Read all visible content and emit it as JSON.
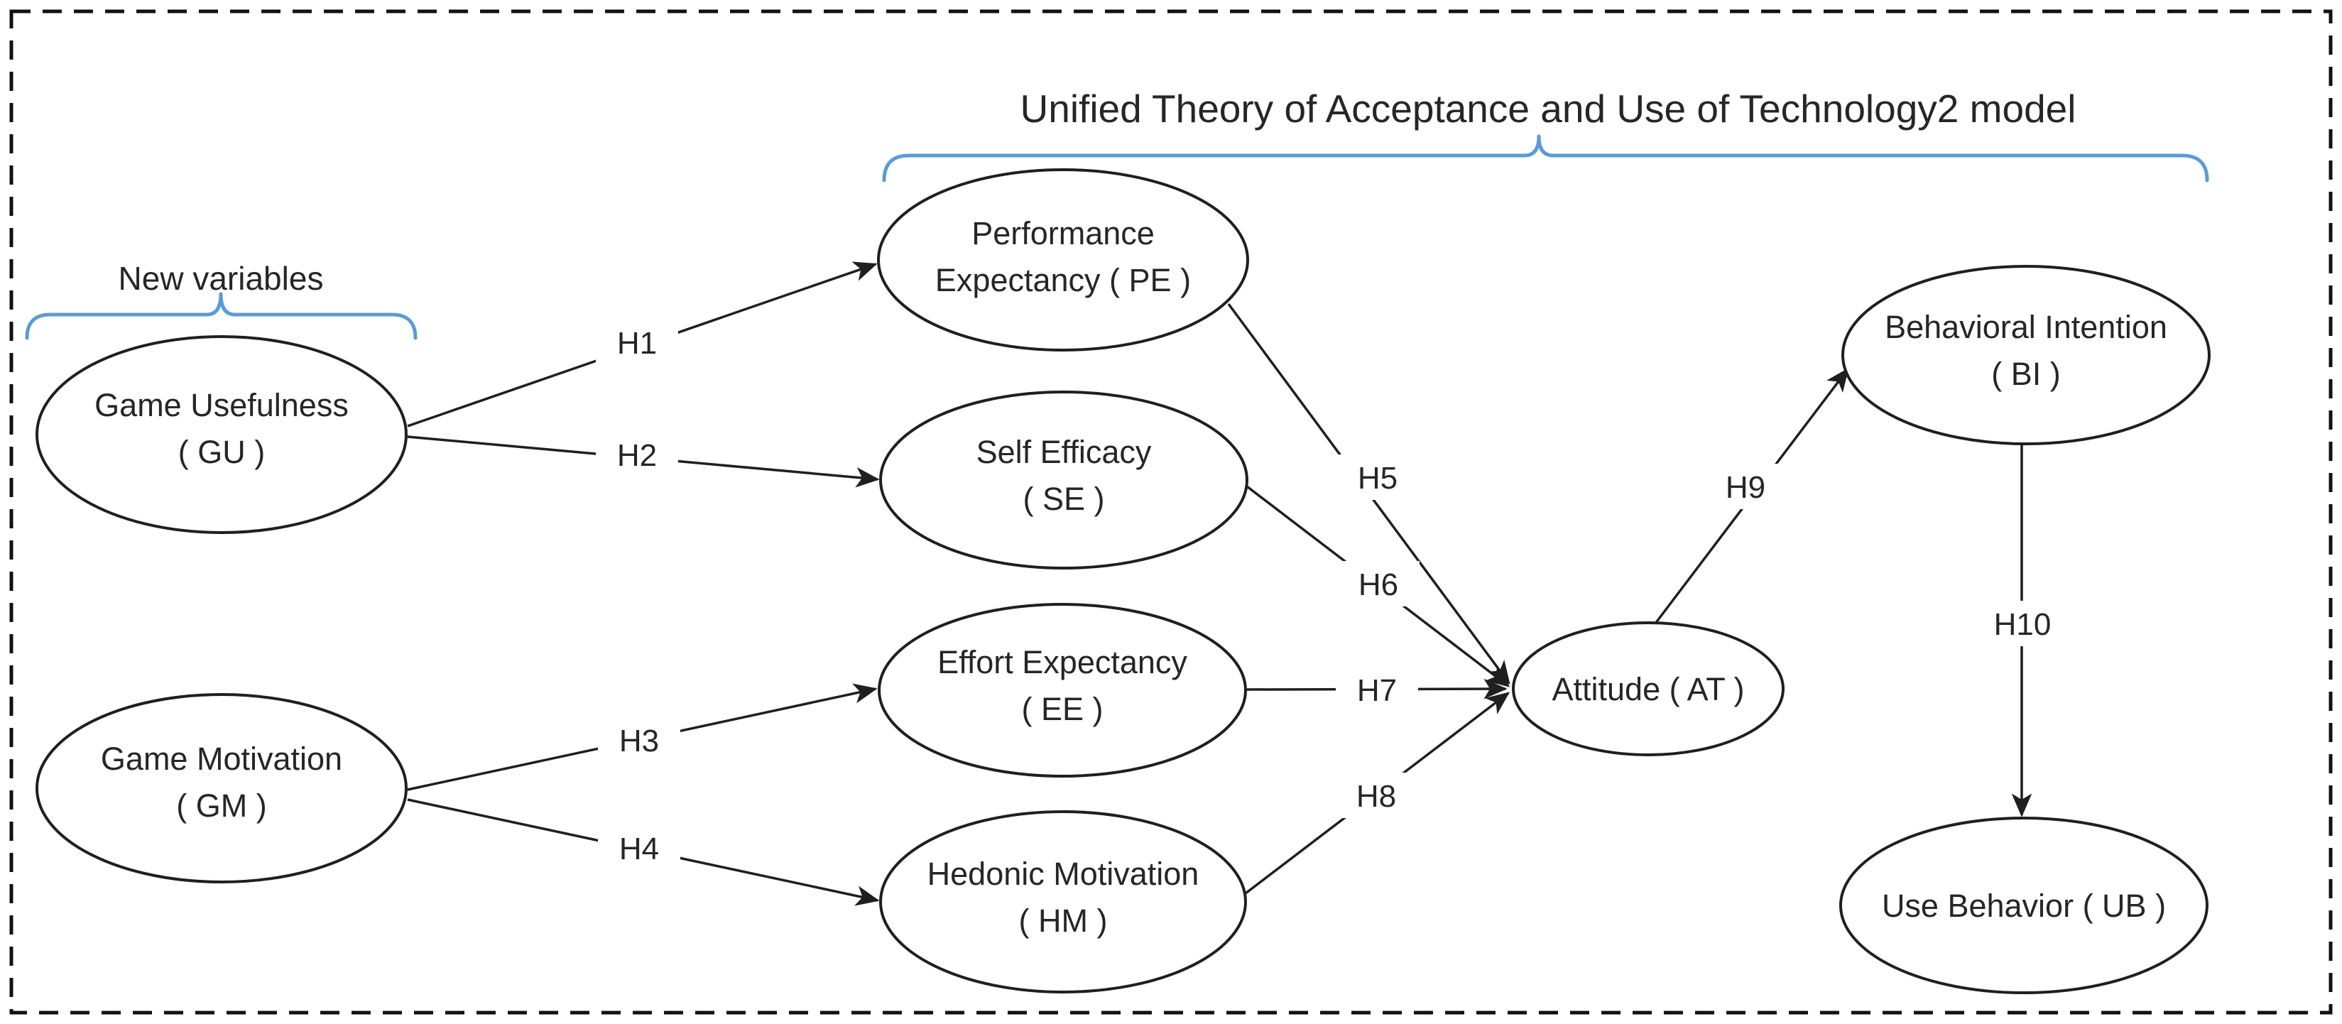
{
  "title": "Unified Theory of Acceptance and Use of Technology2 model",
  "group_labels": {
    "new_variables": "New variables"
  },
  "colors": {
    "brace_blue": "#5b9bd5",
    "line_black": "#1f1f1f",
    "h10_gray": "#8c8c8c"
  },
  "nodes": {
    "gu": {
      "line1": "Game Usefulness",
      "line2": "( GU )"
    },
    "gm": {
      "line1": "Game Motivation",
      "line2": "( GM )"
    },
    "pe": {
      "line1": "Performance",
      "line2": "Expectancy ( PE )"
    },
    "se": {
      "line1": "Self Efficacy",
      "line2": "( SE )"
    },
    "ee": {
      "line1": "Effort Expectancy",
      "line2": "( EE )"
    },
    "hm": {
      "line1": "Hedonic Motivation",
      "line2": "( HM )"
    },
    "at": {
      "line1": "Attitude ( AT )"
    },
    "bi": {
      "line1": "Behavioral Intention",
      "line2": "( BI )"
    },
    "ub": {
      "line1": "Use Behavior ( UB )"
    }
  },
  "hypotheses": {
    "h1": "H1",
    "h2": "H2",
    "h3": "H3",
    "h4": "H4",
    "h5": "H5",
    "h6": "H6",
    "h7": "H7",
    "h8": "H8",
    "h9": "H9",
    "h10": "H10"
  }
}
